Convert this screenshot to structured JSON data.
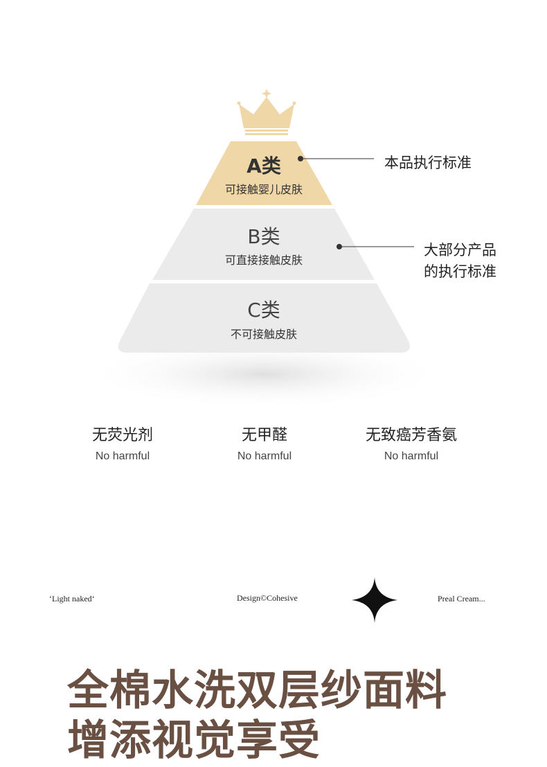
{
  "colors": {
    "gold": "#efd7a8",
    "grey": "#ebebeb",
    "headline": "#6a5043"
  },
  "pyramid": {
    "tiers": [
      {
        "title": "A类",
        "subtitle": "可接触婴儿皮肤"
      },
      {
        "title": "B类",
        "subtitle": "可直接接触皮肤"
      },
      {
        "title": "C类",
        "subtitle": "不可接触皮肤"
      }
    ],
    "notes": [
      {
        "text": "本品执行标准"
      },
      {
        "line1": "大部分产品",
        "line2": "的执行标准"
      }
    ]
  },
  "free_of": [
    {
      "cn": "无荧光剂",
      "en": "No harmful"
    },
    {
      "cn": "无甲醛",
      "en": "No harmful"
    },
    {
      "cn": "无致癌芳香氨",
      "en": "No harmful"
    }
  ],
  "tags": {
    "left": "‘Light naked‘",
    "center": "Design©Cohesive",
    "right": "Preal Cream..."
  },
  "headline": {
    "line1": "全棉水洗双层纱面料",
    "line2": "增添视觉享受"
  }
}
